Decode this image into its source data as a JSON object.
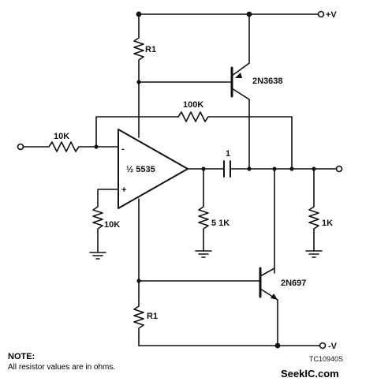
{
  "supply": {
    "positive": "+V",
    "negative": "-V"
  },
  "opamp": {
    "label": "½ 5535",
    "inverting": "-",
    "noninverting": "+"
  },
  "transistors": {
    "upper": "2N3638",
    "lower": "2N697"
  },
  "resistors": {
    "r1_top": "R1",
    "r1_bottom": "R1",
    "feedback": "100K",
    "input": "10K",
    "bias": "10K",
    "output_divider": "5 1K",
    "load": "1K"
  },
  "capacitor": {
    "label": "1"
  },
  "note": {
    "title": "NOTE:",
    "text": "All resistor values are in ohms."
  },
  "drawing_code": "TC10940S",
  "watermark": "SeekIC.com"
}
